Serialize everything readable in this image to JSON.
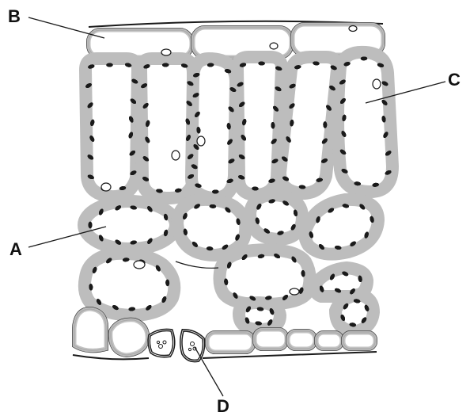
{
  "labels": {
    "a": "A",
    "b": "B",
    "c": "C",
    "d": "D"
  },
  "colors": {
    "cell_wall": "#1a1a1a",
    "cytoplasm": "#bdbdbd",
    "vacuole": "#ffffff",
    "chloroplast": "#1a1a1a",
    "background": "#ffffff"
  }
}
